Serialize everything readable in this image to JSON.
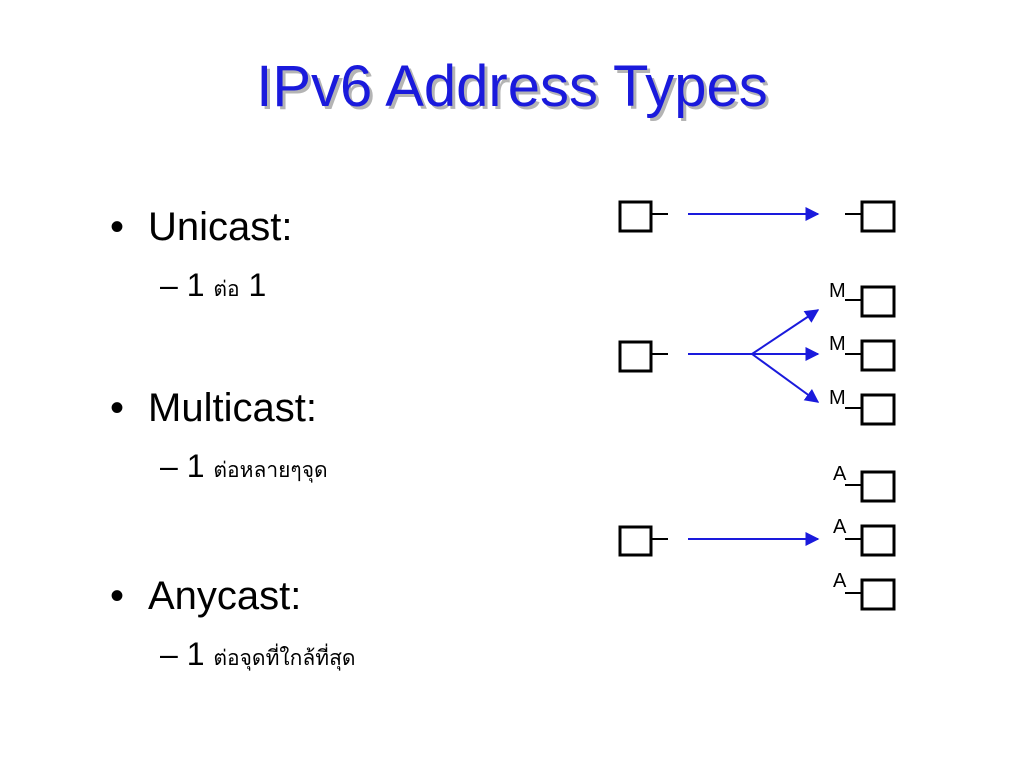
{
  "title": "IPv6 Address Types",
  "bullets": [
    {
      "label": "Unicast:",
      "sub_number": "1",
      "sub_text": "ต่อ",
      "sub_suffix": "1"
    },
    {
      "label": "Multicast:",
      "sub_number": "1",
      "sub_text": "ต่อหลายๆจุด",
      "sub_suffix": ""
    },
    {
      "label": "Anycast:",
      "sub_number": "1",
      "sub_text": "ต่อจุดที่ใกล้ที่สุด",
      "sub_suffix": ""
    }
  ],
  "diagram": {
    "multicast_labels": [
      "M",
      "M",
      "M"
    ],
    "anycast_labels": [
      "A",
      "A",
      "A"
    ]
  },
  "colors": {
    "title": "#1a1adc",
    "arrow": "#1a1adc"
  }
}
